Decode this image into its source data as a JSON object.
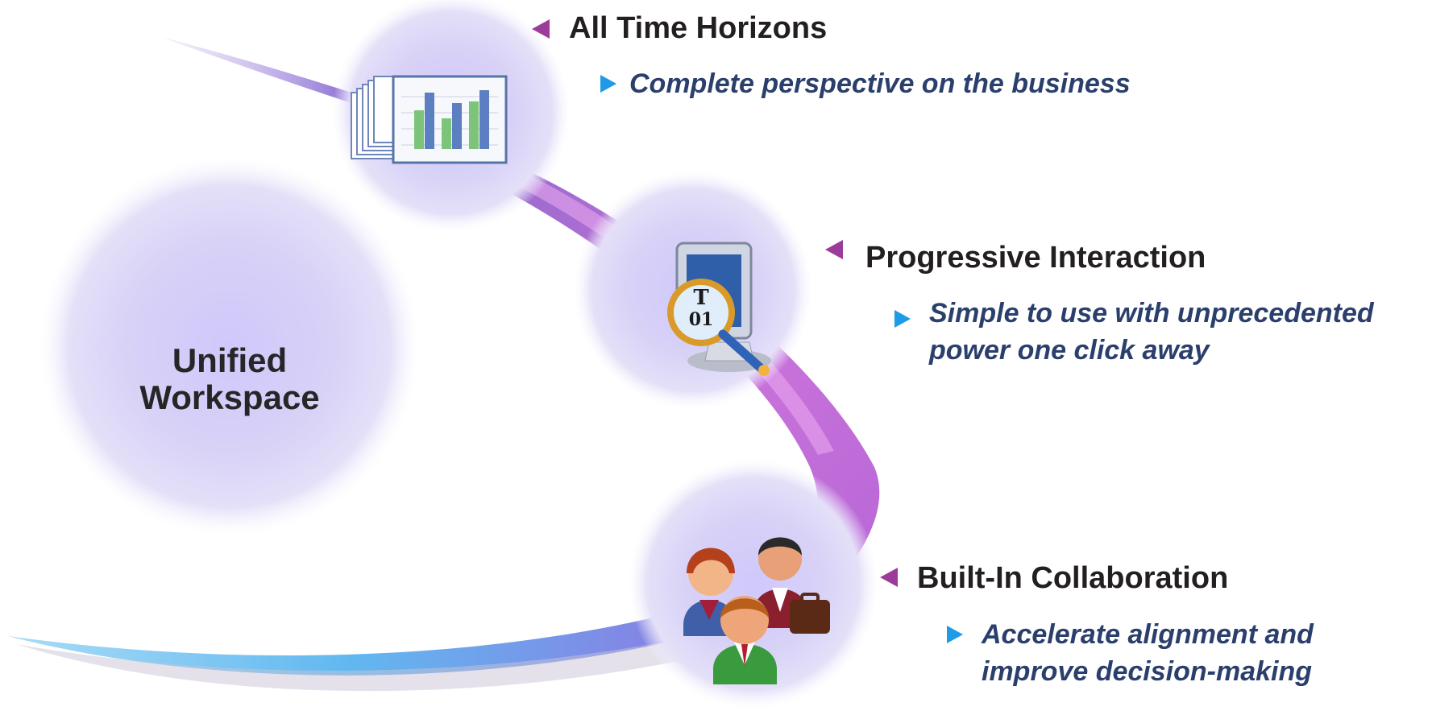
{
  "center": {
    "line1": "Unified",
    "line2": "Workspace"
  },
  "features": [
    {
      "title": "All Time Horizons",
      "subtitle_lines": [
        "Complete perspective on the business"
      ],
      "icon": "bar-chart-stack-icon"
    },
    {
      "title": "Progressive Interaction",
      "subtitle_lines": [
        "Simple to use with unprecedented",
        "power one click away"
      ],
      "icon": "magnifier-monitor-icon"
    },
    {
      "title": "Built-In Collaboration",
      "subtitle_lines": [
        "Accelerate alignment and",
        "improve decision-making"
      ],
      "icon": "people-group-icon"
    }
  ],
  "colors": {
    "heading_text": "#231f20",
    "subtitle_text": "#2b3f6c",
    "heading_bullet": "#9c3c9a",
    "subtitle_bullet": "#1e9ae6",
    "swoosh_purple": "#b04fd0",
    "swoosh_blue": "#5aa0e8",
    "orb": "#d6d0f5"
  }
}
